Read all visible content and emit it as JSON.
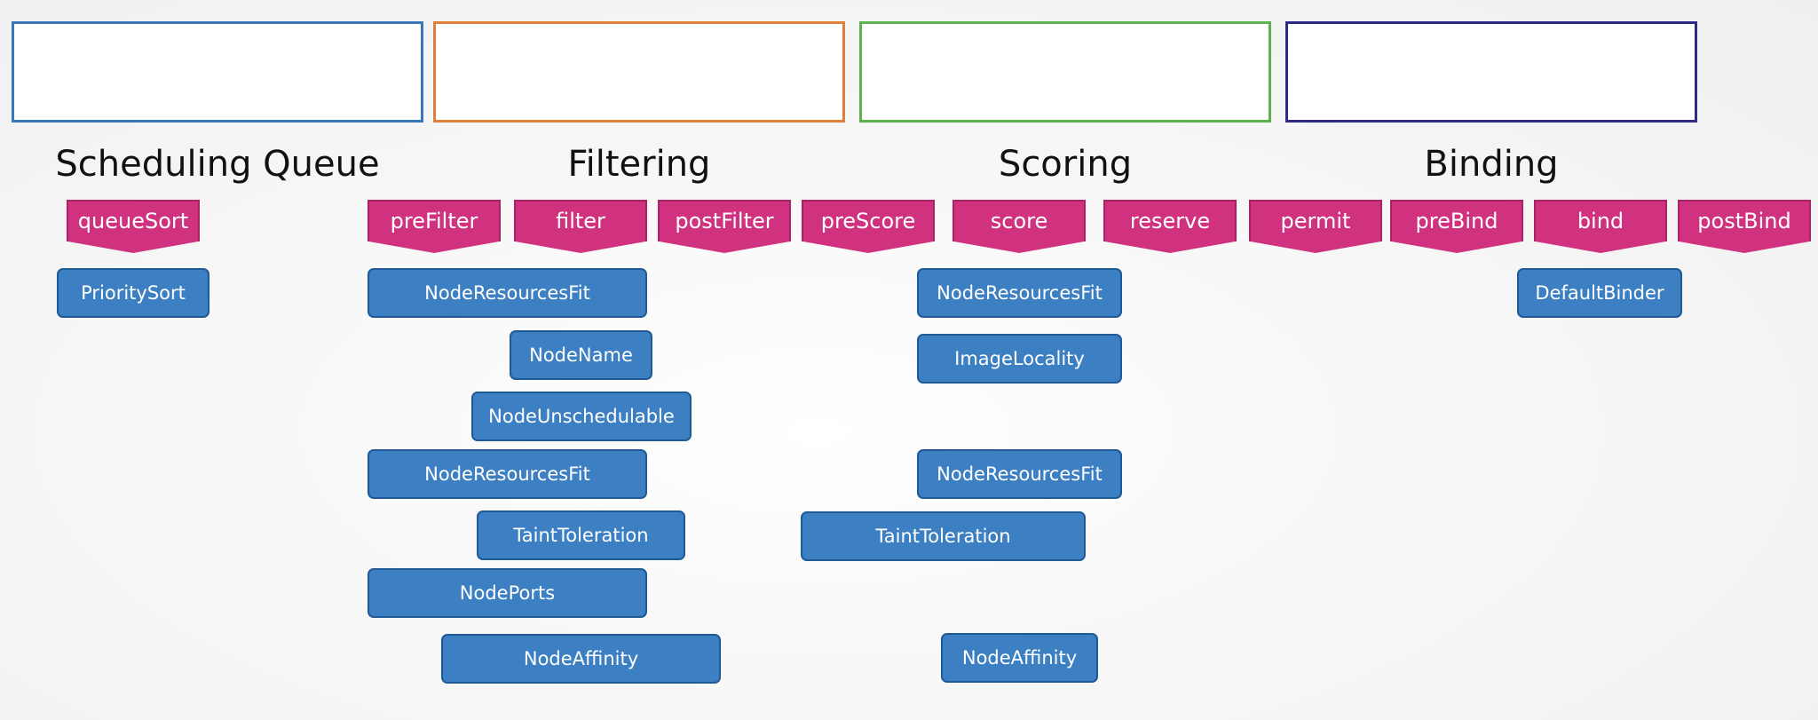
{
  "stages": [
    {
      "key": "queue",
      "title": "Scheduling Queue",
      "border": "#3b77b8"
    },
    {
      "key": "filter",
      "title": "Filtering",
      "border": "#e0803a"
    },
    {
      "key": "score",
      "title": "Scoring",
      "border": "#5db24f"
    },
    {
      "key": "bind",
      "title": "Binding",
      "border": "#2e2a8a"
    }
  ],
  "extension_points": [
    "queueSort",
    "preFilter",
    "filter",
    "postFilter",
    "preScore",
    "score",
    "reserve",
    "permit",
    "preBind",
    "bind",
    "postBind"
  ],
  "plugins": {
    "queue_sort": [
      "PrioritySort"
    ],
    "filtering": [
      "NodeResourcesFit",
      "NodeName",
      "NodeUnschedulable",
      "NodeResourcesFit",
      "TaintToleration",
      "NodePorts",
      "NodeAffinity"
    ],
    "scoring": [
      "NodeResourcesFit",
      "ImageLocality",
      "NodeResourcesFit",
      "TaintToleration",
      "NodeAffinity"
    ],
    "binding": [
      "DefaultBinder"
    ]
  },
  "colors": {
    "extension_point": "#d0327f",
    "plugin": "#3d7fc3"
  }
}
